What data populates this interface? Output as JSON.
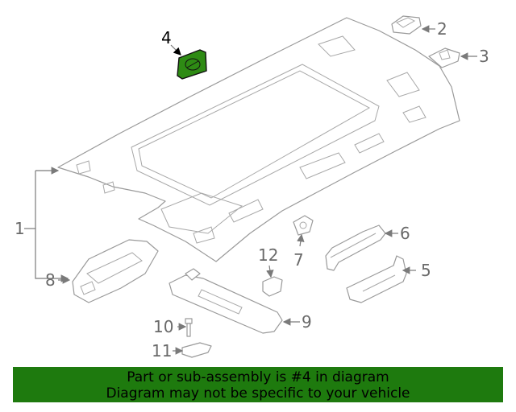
{
  "callouts": [
    "1",
    "2",
    "3",
    "4",
    "5",
    "6",
    "7",
    "8",
    "9",
    "10",
    "11",
    "12"
  ],
  "highlight_color": "#2e8b14",
  "banner": {
    "line1": "Part or sub-assembly is #4 in diagram",
    "line2": "Diagram may not be specific to your vehicle",
    "background": "#1e7a0e"
  }
}
